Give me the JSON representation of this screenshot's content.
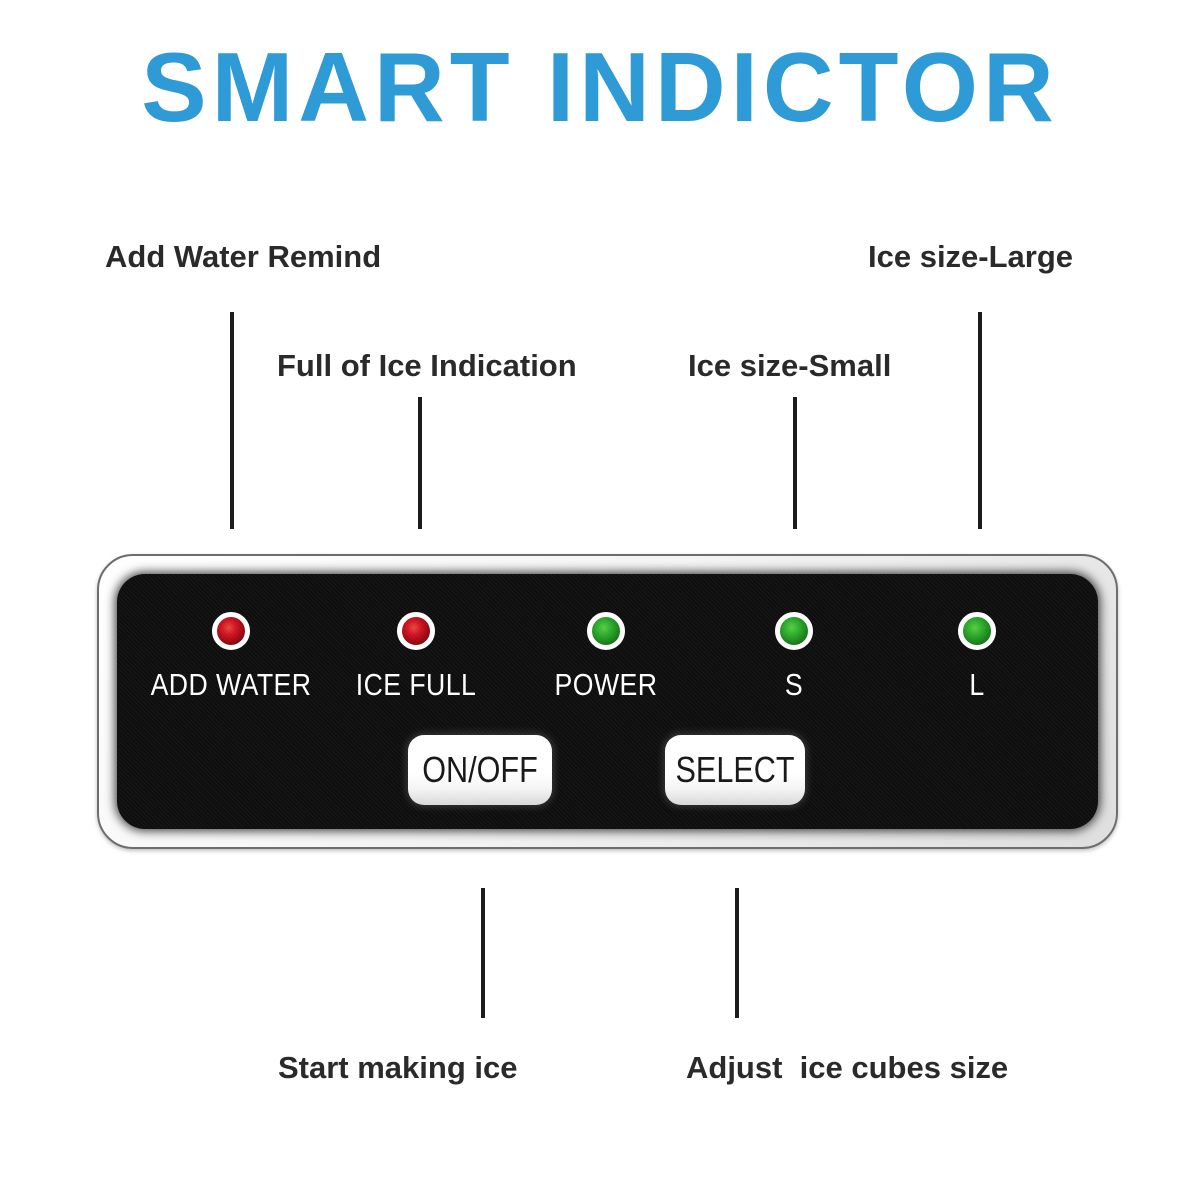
{
  "title": "SMART INDICTOR",
  "callouts": {
    "add_water": "Add Water Remind",
    "ice_full": "Full of Ice Indication",
    "ice_small": "Ice size-Small",
    "ice_large": "Ice size-Large",
    "start_making_ice": "Start making ice",
    "adjust_ice_size": "Adjust  ice cubes size"
  },
  "panel": {
    "indicators": [
      {
        "label": "ADD WATER",
        "color": "red"
      },
      {
        "label": "ICE FULL",
        "color": "red"
      },
      {
        "label": "POWER",
        "color": "green"
      },
      {
        "label": "S",
        "color": "green"
      },
      {
        "label": "L",
        "color": "green"
      }
    ],
    "buttons": [
      {
        "label": "ON/OFF"
      },
      {
        "label": "SELECT"
      }
    ]
  },
  "colors": {
    "accent": "#2E9AD6",
    "text-dark": "#2a2a2a",
    "line": "#1c1c1c",
    "panel": "#0c0c0c",
    "led-red": "#cf1220",
    "led-green": "#28a828"
  }
}
